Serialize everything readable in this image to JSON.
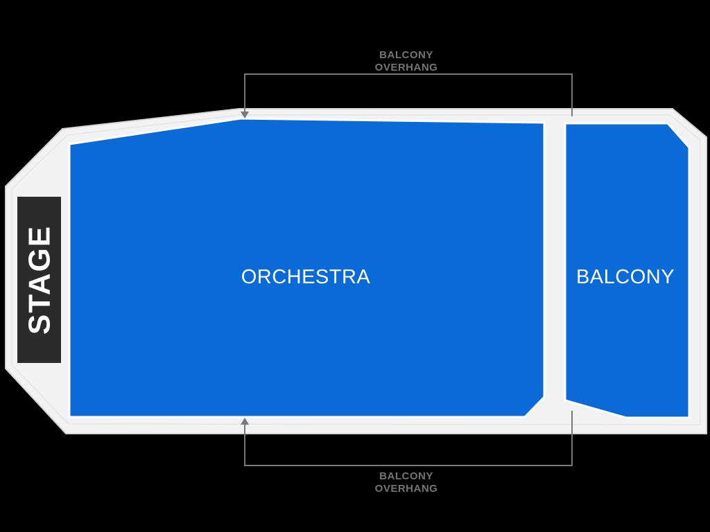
{
  "map": {
    "stage": {
      "label": "STAGE"
    },
    "sections": [
      {
        "id": "orchestra",
        "label": "ORCHESTRA"
      },
      {
        "id": "balcony",
        "label": "BALCONY"
      }
    ],
    "annotations": {
      "top": {
        "line1": "BALCONY",
        "line2": "OVERHANG"
      },
      "bottom": {
        "line1": "BALCONY",
        "line2": "OVERHANG"
      }
    },
    "colors": {
      "background": "#000000",
      "venue_fill": "#f2f2f2",
      "venue_border": "#d5d5d5",
      "venue_inner_line": "#e4e4e4",
      "section_fill": "#0a6ad7",
      "section_border": "#ffffff",
      "section_text": "#ffffff",
      "stage_fill": "#2b2b2b",
      "stage_text": "#ffffff",
      "annotation_text": "#757575",
      "bracket_line": "#787878"
    }
  }
}
